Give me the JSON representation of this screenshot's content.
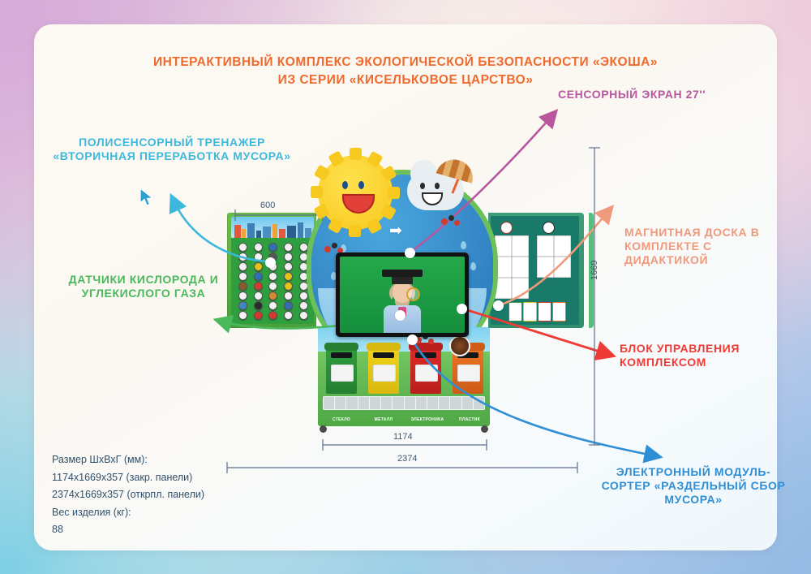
{
  "title": {
    "line1": "ИНТЕРАКТИВНЫЙ КОМПЛЕКС ЭКОЛОГИЧЕСКОЙ БЕЗОПАСНОСТИ «ЭКОША»",
    "line2": "ИЗ СЕРИИ «КИСЕЛЬКОВОЕ ЦАРСТВО»"
  },
  "callouts": {
    "touchscreen": {
      "text": "СЕНСОРНЫЙ ЭКРАН 27''",
      "color": "#b8579e"
    },
    "polysensory": {
      "text": "ПОЛИСЕНСОРНЫЙ ТРЕНАЖЕР «ВТОРИЧНАЯ ПЕРЕРАБОТКА МУСОРА»",
      "color": "#3cb8dd"
    },
    "sensors": {
      "text": "ДАТЧИКИ КИСЛОРОДА И УГЛЕКИСЛОГО ГАЗА",
      "color": "#4bb85c"
    },
    "magnetic": {
      "text": "МАГНИТНАЯ ДОСКА В КОМПЛЕКТЕ С ДИДАКТИКОЙ",
      "color": "#f0997c"
    },
    "control": {
      "text": "БЛОК УПРАВЛЕНИЯ КОМПЛЕКСОМ",
      "color": "#ef3b35"
    },
    "sorter": {
      "text": "ЭЛЕКТРОННЫЙ МОДУЛЬ-СОРТЕР «РАЗДЕЛЬНЫЙ СБОР МУСОРА»",
      "color": "#2f8fd6"
    }
  },
  "specs": {
    "line1": "Размер ШхВхГ (мм):",
    "line2": "1174x1669x357 (закр. панели)",
    "line3": "2374x1669x357 (открпл. панели)",
    "line4": "Вес изделия (кг):",
    "line5": "88"
  },
  "dimensions": {
    "width_panel": "600",
    "width_closed": "1174",
    "width_open": "2374",
    "height": "1669"
  },
  "bins": [
    {
      "label": "СТЕКЛО",
      "color": "#2f9e3f",
      "lid": "#267f33"
    },
    {
      "label": "МЕТАЛЛ",
      "color": "#f2d31a",
      "lid": "#d8b90f"
    },
    {
      "label": "ЭЛЕКТРОНИКА",
      "color": "#e02a27",
      "lid": "#b81f1d"
    },
    {
      "label": "ПЛАСТИК",
      "color": "#ee7324",
      "lid": "#cd5c17"
    }
  ],
  "palette": {
    "accent_orange": "#ef6a2e",
    "accent_purple": "#b8579e",
    "accent_cyan": "#3cb8dd",
    "accent_green": "#4bb85c",
    "accent_peach": "#f0997c",
    "accent_red": "#ef3b35",
    "accent_blue": "#2f8fd6",
    "dim_line": "#5c6f8c",
    "card_bg": "#fdfaf4"
  }
}
